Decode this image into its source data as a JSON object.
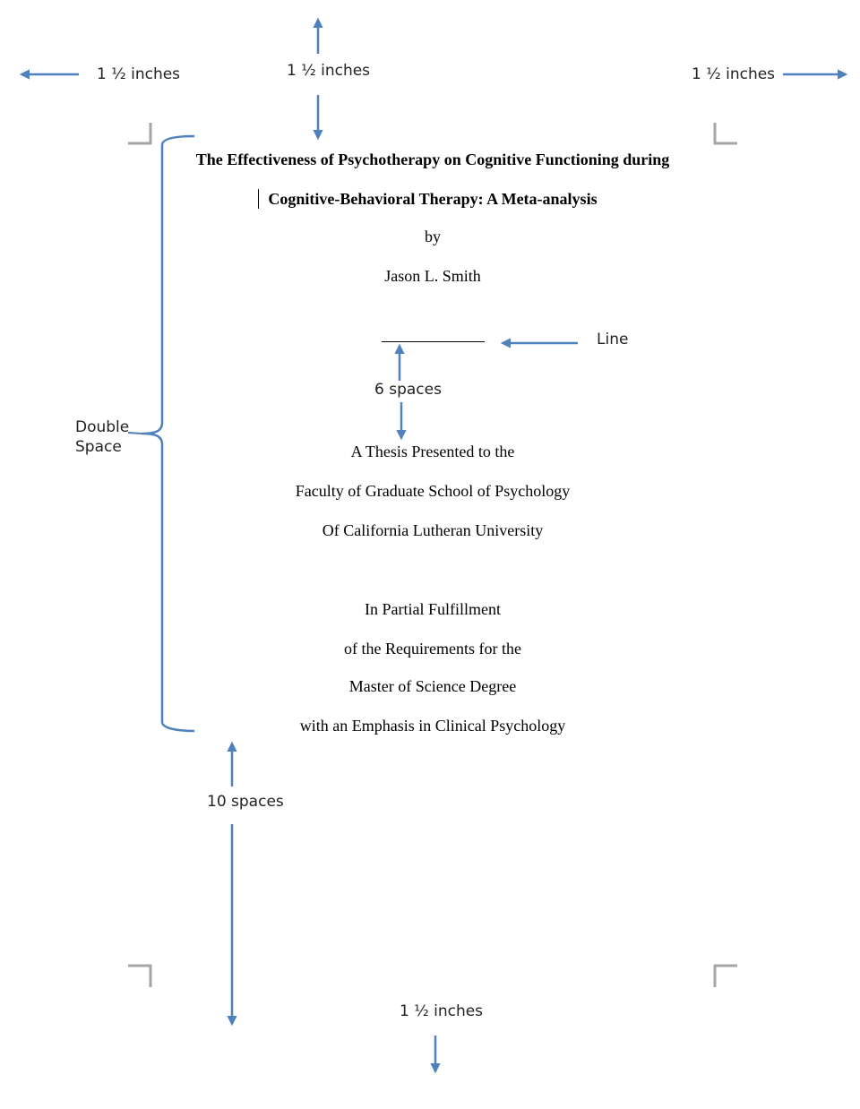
{
  "annotations": {
    "margin_left": "1 ½ inches",
    "margin_top": "1 ½ inches",
    "margin_right": "1 ½ inches",
    "margin_bottom": "1 ½ inches",
    "line_label": "Line",
    "six_spaces": "6 spaces",
    "ten_spaces": "10 spaces",
    "double_space_line1": "Double",
    "double_space_line2": "Space"
  },
  "title_page": {
    "title_line1": "The Effectiveness of Psychotherapy on Cognitive Functioning during",
    "title_line2": "Cognitive-Behavioral Therapy: A Meta-analysis",
    "by": "by",
    "author": "Jason L. Smith",
    "thesis_line1": "A Thesis Presented to the",
    "thesis_line2": "Faculty of Graduate School of Psychology",
    "thesis_line3": "Of California Lutheran University",
    "fulfillment_line1": "In Partial Fulfillment",
    "fulfillment_line2": "of the Requirements for the",
    "fulfillment_line3": "Master of Science Degree",
    "fulfillment_line4": "with an Emphasis in Clinical Psychology"
  },
  "colors": {
    "arrow": "#4f81bd",
    "corner_mark": "#a6a6a6"
  }
}
